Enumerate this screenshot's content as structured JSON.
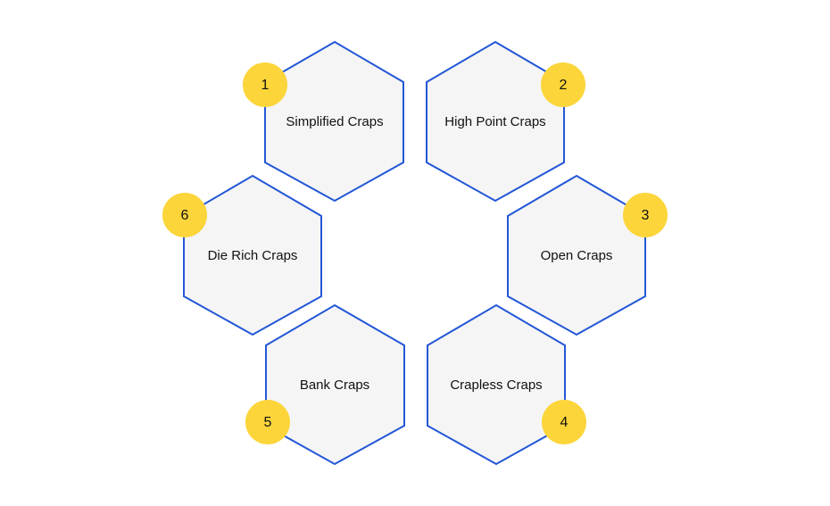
{
  "colors": {
    "hex_fill": "#f5f5f5",
    "hex_stroke": "#2457d6",
    "badge_fill": "#fbd53a",
    "text": "#111111",
    "background": "#ffffff"
  },
  "nodes": [
    {
      "number": "1",
      "label": "Simplified Craps"
    },
    {
      "number": "2",
      "label": "High Point Craps"
    },
    {
      "number": "3",
      "label": "Open Craps"
    },
    {
      "number": "4",
      "label": "Crapless Craps"
    },
    {
      "number": "5",
      "label": "Bank Craps"
    },
    {
      "number": "6",
      "label": "Die Rich Craps"
    }
  ]
}
